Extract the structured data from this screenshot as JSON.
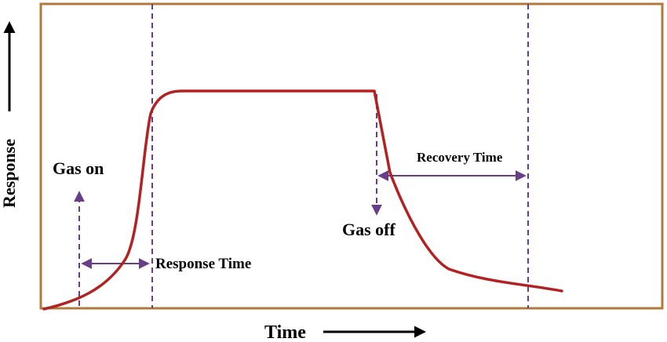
{
  "labels": {
    "gas_on": "Gas on",
    "gas_off": "Gas off",
    "response_time": "Response Time",
    "recovery_time": "Recovery Time",
    "x_axis": "Time",
    "y_axis": "Response"
  },
  "colors": {
    "frame": "#b07a3a",
    "curve": "#b22222",
    "marker": "#6a3d8a",
    "text": "#000000"
  }
}
